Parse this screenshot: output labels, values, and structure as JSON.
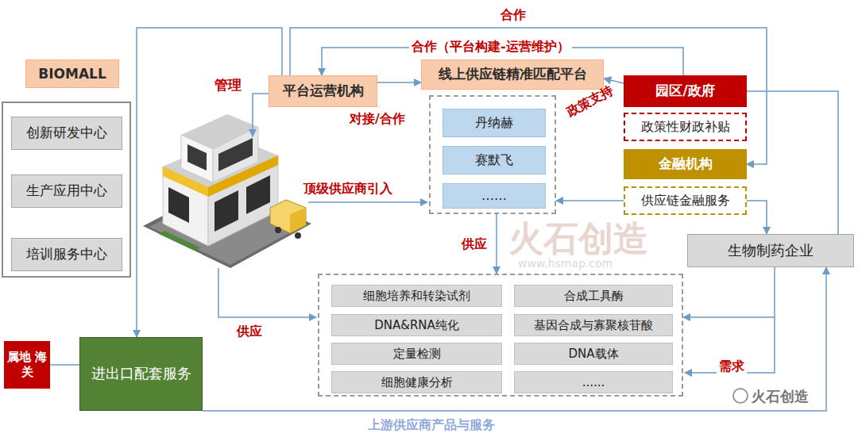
{
  "diagram": {
    "nodes": [
      {
        "text": [
          "BIOMALL"
        ]
      },
      {
        "text": [
          "创新研发中心"
        ],
        "in": 0
      },
      {
        "text": [
          "生产应用中心"
        ],
        "in": 0
      },
      {
        "text": [
          "培训服务中心"
        ],
        "in": 0
      },
      {
        "text": [
          "平台运营机构"
        ]
      },
      {
        "text": [
          "线上供应链精准匹配平台"
        ]
      },
      {
        "text": []
      },
      {
        "text": [
          "丹纳赫"
        ],
        "in": 6
      },
      {
        "text": [
          "赛默飞"
        ],
        "in": 6
      },
      {
        "text": [
          "……"
        ],
        "in": 6
      },
      {
        "text": [
          "园区/政府"
        ]
      },
      {
        "text": [
          "政策性财政补贴"
        ]
      },
      {
        "text": [
          "金融机构"
        ]
      },
      {
        "text": [
          "供应链金融服务"
        ]
      },
      {
        "text": [
          "生物制药企业"
        ]
      },
      {
        "text": []
      },
      {
        "text": [
          "细胞培养和转染试剂"
        ],
        "in": 15
      },
      {
        "text": [
          "合成工具酶"
        ],
        "in": 15
      },
      {
        "text": [
          "DNA&RNA纯化"
        ],
        "in": 15
      },
      {
        "text": [
          "基因合成与寡聚核苷酸"
        ],
        "in": 15
      },
      {
        "text": [
          "定量检测"
        ],
        "in": 15
      },
      {
        "text": [
          "DNA载体"
        ],
        "in": 15
      },
      {
        "text": [
          "细胞健康分析"
        ],
        "in": 15
      },
      {
        "text": [
          "......"
        ],
        "in": 15
      },
      {
        "text": [
          "属地 海关"
        ]
      },
      {
        "text": [
          "进出口配套服务"
        ]
      }
    ],
    "edges": [
      {
        "from": 4,
        "to": 12,
        "label": "合作",
        "arrow": "to"
      },
      {
        "from": 10,
        "to": 4,
        "label": "合作（平台构建-运营维护）",
        "arrow": "to"
      },
      {
        "from": 4,
        "to": 5,
        "label": "对接/合作",
        "arrow": "to"
      },
      {
        "from": 10,
        "to": 5,
        "label": "政策支持",
        "arrow": "to"
      },
      {
        "from": 4,
        "to": 25,
        "arrow": "to"
      },
      {
        "from": 6,
        "to": 15,
        "label": "供应",
        "arrow": "to"
      },
      {
        "from": 24,
        "to": 25,
        "arrow": "none"
      },
      {
        "from": 13,
        "to": 6,
        "arrow": "to"
      },
      {
        "from": 13,
        "to": 14,
        "arrow": "to"
      },
      {
        "from": 10,
        "to": 14,
        "arrow": "none"
      },
      {
        "from": 14,
        "to": 15,
        "label": "需求",
        "arrow": "to"
      },
      {
        "from": 25,
        "to": 14,
        "label": "上游供应商产品与服务",
        "arrow": "to"
      }
    ],
    "labels": [
      "管理",
      "顶级供应商引入",
      "供应",
      "火石创造",
      "www.hsmap.com",
      "火石创造"
    ]
  }
}
